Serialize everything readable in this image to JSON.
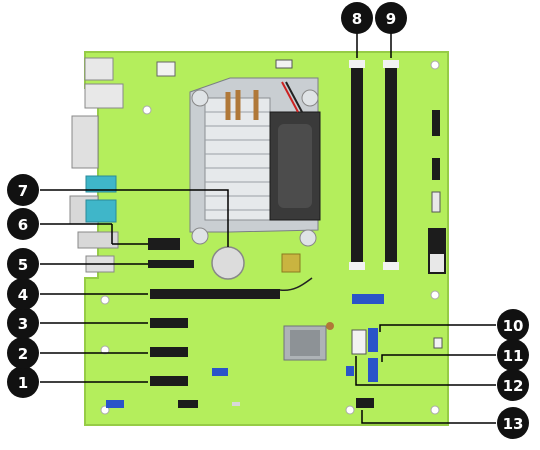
{
  "callouts": [
    {
      "id": 1,
      "label": "1"
    },
    {
      "id": 2,
      "label": "2"
    },
    {
      "id": 3,
      "label": "3"
    },
    {
      "id": 4,
      "label": "4"
    },
    {
      "id": 5,
      "label": "5"
    },
    {
      "id": 6,
      "label": "6"
    },
    {
      "id": 7,
      "label": "7"
    },
    {
      "id": 8,
      "label": "8"
    },
    {
      "id": 9,
      "label": "9"
    },
    {
      "id": 10,
      "label": "10"
    },
    {
      "id": 11,
      "label": "11"
    },
    {
      "id": 12,
      "label": "12"
    },
    {
      "id": 13,
      "label": "13"
    }
  ],
  "colors": {
    "board": "#b4ee5c",
    "board_edge": "#96cc46",
    "slot": "#1c1c1c",
    "connector_blue": "#2a54c8",
    "port_cyan": "#3fb6c9",
    "cpu_fan": "#3a3a3a",
    "heatsink": "#cfd3d6",
    "copper": "#b07838",
    "battery": "#dcdcdc",
    "callout": "#111111",
    "leader": "#000000"
  }
}
